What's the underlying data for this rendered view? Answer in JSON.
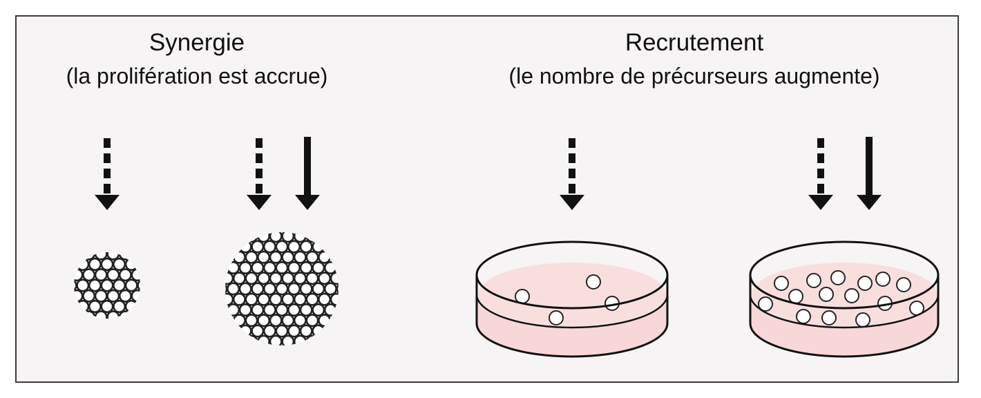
{
  "panels": {
    "left": {
      "title": "Synergie",
      "subtitle": "(la prolifération est accrue)"
    },
    "right": {
      "title": "Recrutement",
      "subtitle": "(le nombre de précurseurs augmente)"
    }
  },
  "colors": {
    "frame_background": "#f6f4f4",
    "frame_border": "#3c3c3c",
    "ink": "#111111",
    "medium": "#f7d7d7",
    "cell_fill": "#ffffff"
  }
}
